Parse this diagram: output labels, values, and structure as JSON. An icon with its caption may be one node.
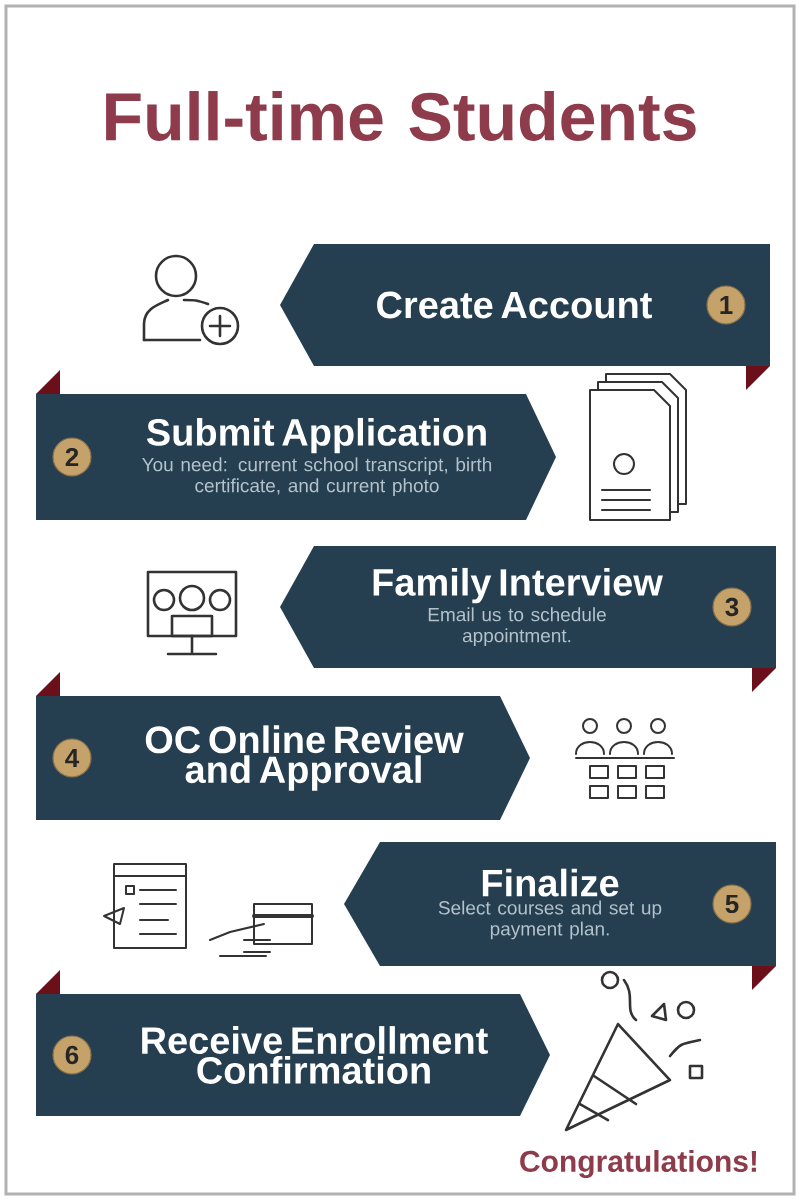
{
  "diagram": {
    "title": "Full-time Students",
    "nodes": [
      {
        "text": [
          "Create Account"
        ]
      },
      {
        "text": [
          "1"
        ],
        "in": 0
      },
      {
        "text": [
          "Submit Application",
          "You need: current school transcript, birth certificate, and current photo"
        ]
      },
      {
        "text": [
          "2"
        ],
        "in": 2
      },
      {
        "text": [
          "Family Interview",
          "Email us to schedule appointment."
        ]
      },
      {
        "text": [
          "3"
        ],
        "in": 4
      },
      {
        "text": [
          "OC Online Review and Approval"
        ]
      },
      {
        "text": [
          "4"
        ],
        "in": 6
      },
      {
        "text": [
          "Finalize",
          "Select courses and set up payment plan."
        ]
      },
      {
        "text": [
          "5"
        ],
        "in": 8
      },
      {
        "text": [
          "Receive Enrollment Confirmation"
        ]
      },
      {
        "text": [
          "6"
        ],
        "in": 10
      }
    ],
    "edges": [],
    "labels": [
      "Congratulations!"
    ]
  }
}
